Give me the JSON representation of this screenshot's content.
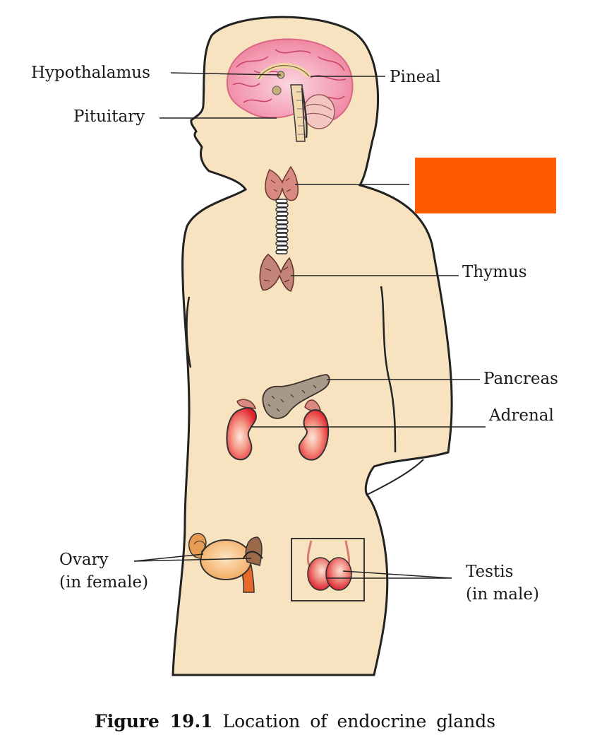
{
  "labels": {
    "hypothalamus": "Hypothalamus",
    "pineal": "Pineal",
    "pituitary": "Pituitary",
    "thymus": "Thymus",
    "pancreas": "Pancreas",
    "adrenal": "Adrenal",
    "ovary_line1": "Ovary",
    "ovary_line2": "(in female)",
    "testis_line1": "Testis",
    "testis_line2": "(in male)"
  },
  "caption": {
    "figure_number": "Figure 19.1",
    "text": "Location of endocrine glands"
  },
  "colors": {
    "body_fill": "#f7e3c0",
    "outline": "#222222",
    "brain": "#f2a0b5",
    "gland_red": "#e8424a",
    "pancreas": "#a89a86",
    "ovary": "#f0b06a",
    "mask": "#ff5a00"
  }
}
